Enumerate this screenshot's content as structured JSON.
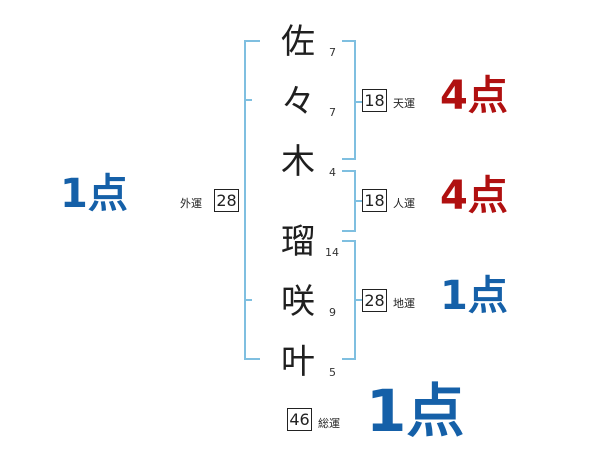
{
  "characters": [
    {
      "char": "佐",
      "strokes": "7"
    },
    {
      "char": "々",
      "strokes": "7"
    },
    {
      "char": "木",
      "strokes": "4"
    },
    {
      "char": "瑠",
      "strokes": "14"
    },
    {
      "char": "咲",
      "strokes": "9"
    },
    {
      "char": "叶",
      "strokes": "5"
    }
  ],
  "tenun": {
    "value": "18",
    "label": "天運",
    "points": "4点"
  },
  "jinun": {
    "value": "18",
    "label": "人運",
    "points": "4点"
  },
  "chiun": {
    "value": "28",
    "label": "地運",
    "points": "1点"
  },
  "gaiun": {
    "value": "28",
    "label": "外運",
    "points": "1点"
  },
  "souun": {
    "value": "46",
    "label": "総運",
    "points": "1点"
  },
  "colors": {
    "good": "#b01010",
    "normal": "#1560a8",
    "bracket": "#7fbfe0"
  }
}
